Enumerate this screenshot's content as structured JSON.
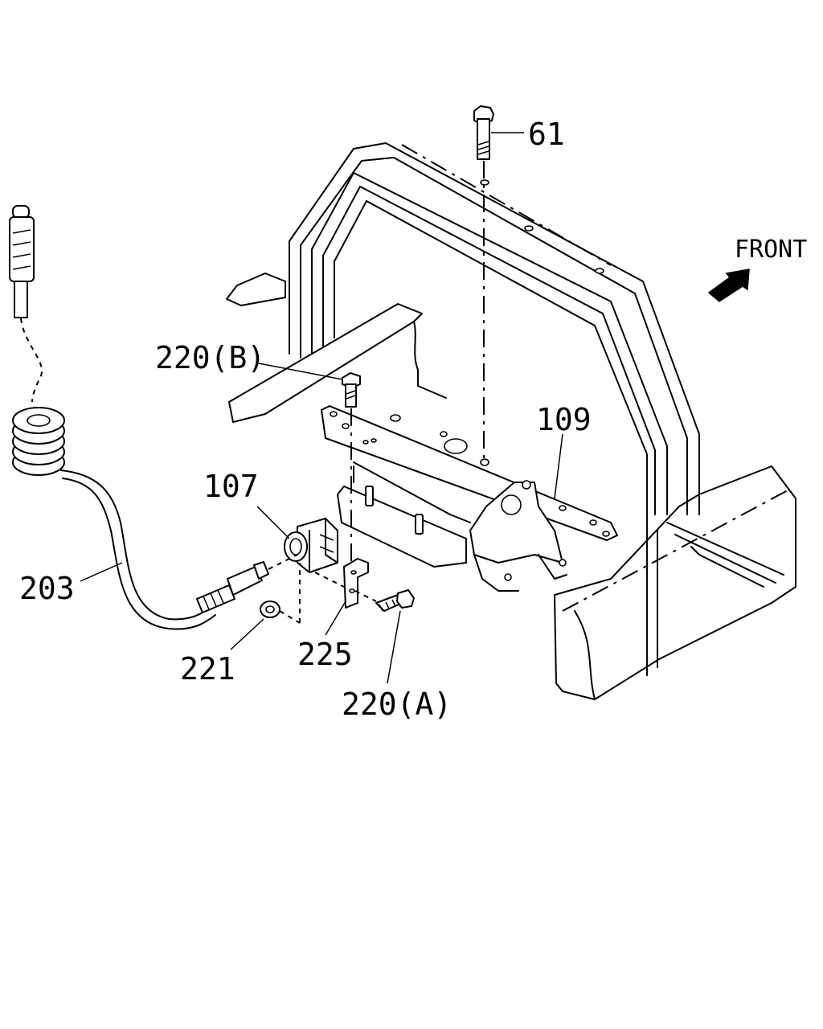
{
  "diagram": {
    "direction_label": "FRONT",
    "callouts": {
      "c61": "61",
      "c220b": "220(B)",
      "c109": "109",
      "c107": "107",
      "c203": "203",
      "c221": "221",
      "c225": "225",
      "c220a": "220(A)"
    }
  }
}
